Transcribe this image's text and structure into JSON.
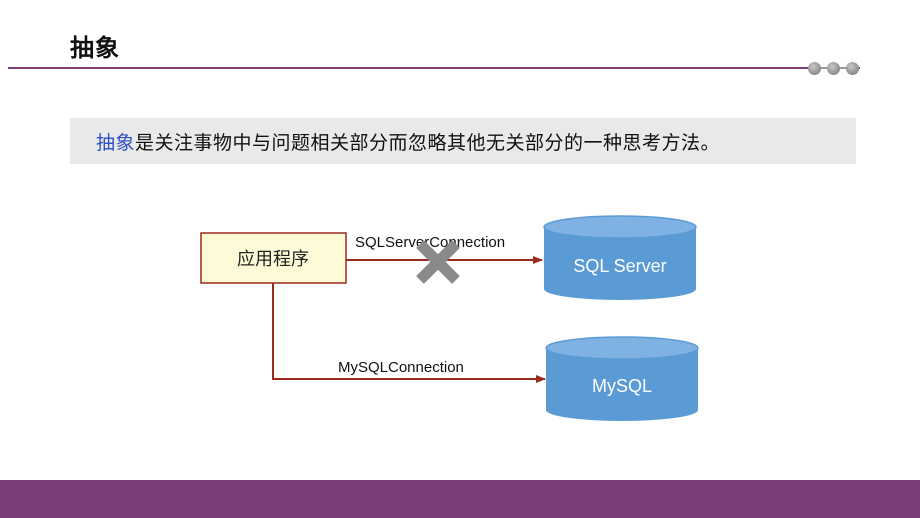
{
  "slide": {
    "title": "抽象",
    "definition_highlight": "抽象",
    "definition_rest": "是关注事物中与问题相关部分而忽略其他无关部分的一种思考方法。"
  },
  "diagram": {
    "app_label": "应用程序",
    "db1_label": "SQL Server",
    "db2_label": "MySQL",
    "conn1_label": "SQLServerConnection",
    "conn2_label": "MySQLConnection"
  },
  "colors": {
    "accent": "#7a3e78",
    "arrow": "#9b2a1d",
    "db_fill": "#5b9bd5",
    "db_top": "#7fb2e3",
    "app_fill": "#fdfbd7",
    "cross": "#8a8a8a",
    "highlight_text": "#2c4fc2"
  },
  "icons": {
    "blocked_marker": "cross-icon"
  }
}
